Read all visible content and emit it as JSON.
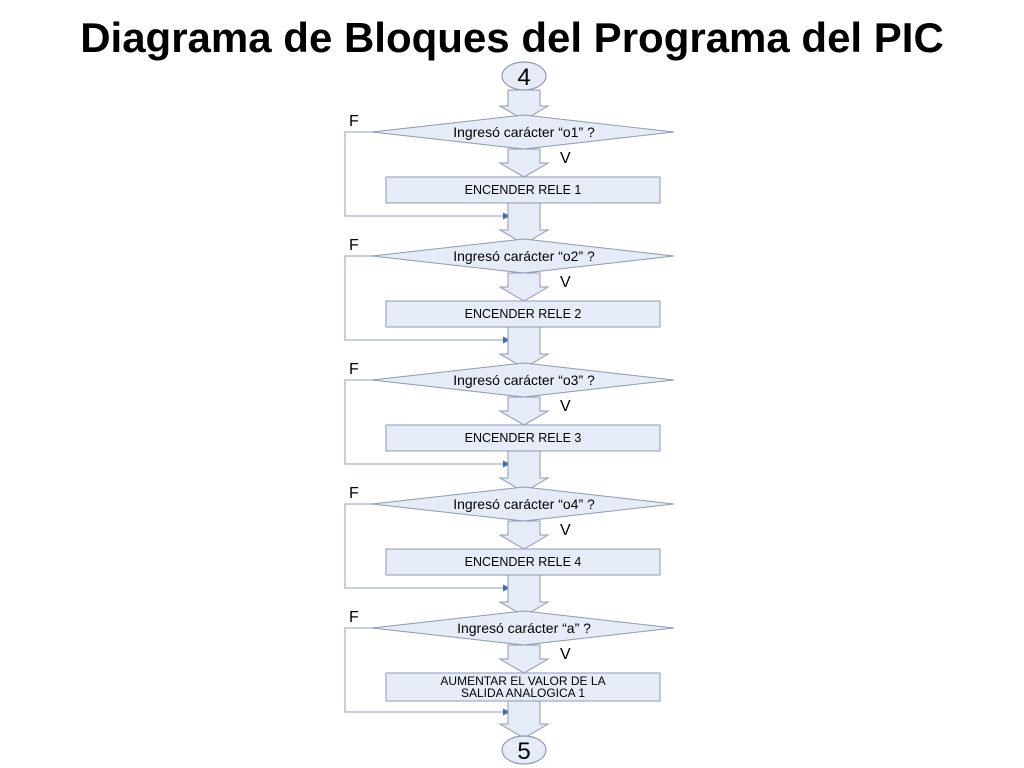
{
  "page": {
    "title": "Diagrama de Bloques del Programa del PIC"
  },
  "flowchart": {
    "start_connector": "4",
    "end_connector": "5",
    "steps": [
      {
        "question": "Ingresó carácter “o1” ?",
        "action": [
          "ENCENDER RELE 1"
        ],
        "false_label": "F",
        "true_label": "V"
      },
      {
        "question": "Ingresó carácter “o2” ?",
        "action": [
          "ENCENDER RELE 2"
        ],
        "false_label": "F",
        "true_label": "V"
      },
      {
        "question": "Ingresó carácter “o3” ?",
        "action": [
          "ENCENDER RELE 3"
        ],
        "false_label": "F",
        "true_label": "V"
      },
      {
        "question": "Ingresó carácter “o4” ?",
        "action": [
          "ENCENDER RELE 4"
        ],
        "false_label": "F",
        "true_label": "V"
      },
      {
        "question": "Ingresó carácter “a” ?",
        "action": [
          "AUMENTAR EL VALOR DE LA",
          "SALIDA ANALOGICA 1"
        ],
        "false_label": "F",
        "true_label": "V"
      }
    ]
  },
  "colors": {
    "box_fill": "#e6ecf7",
    "box_stroke": "#8e9ab0",
    "loop_line": "#a7b2c6",
    "loop_arrow": "#3f6fb5"
  }
}
